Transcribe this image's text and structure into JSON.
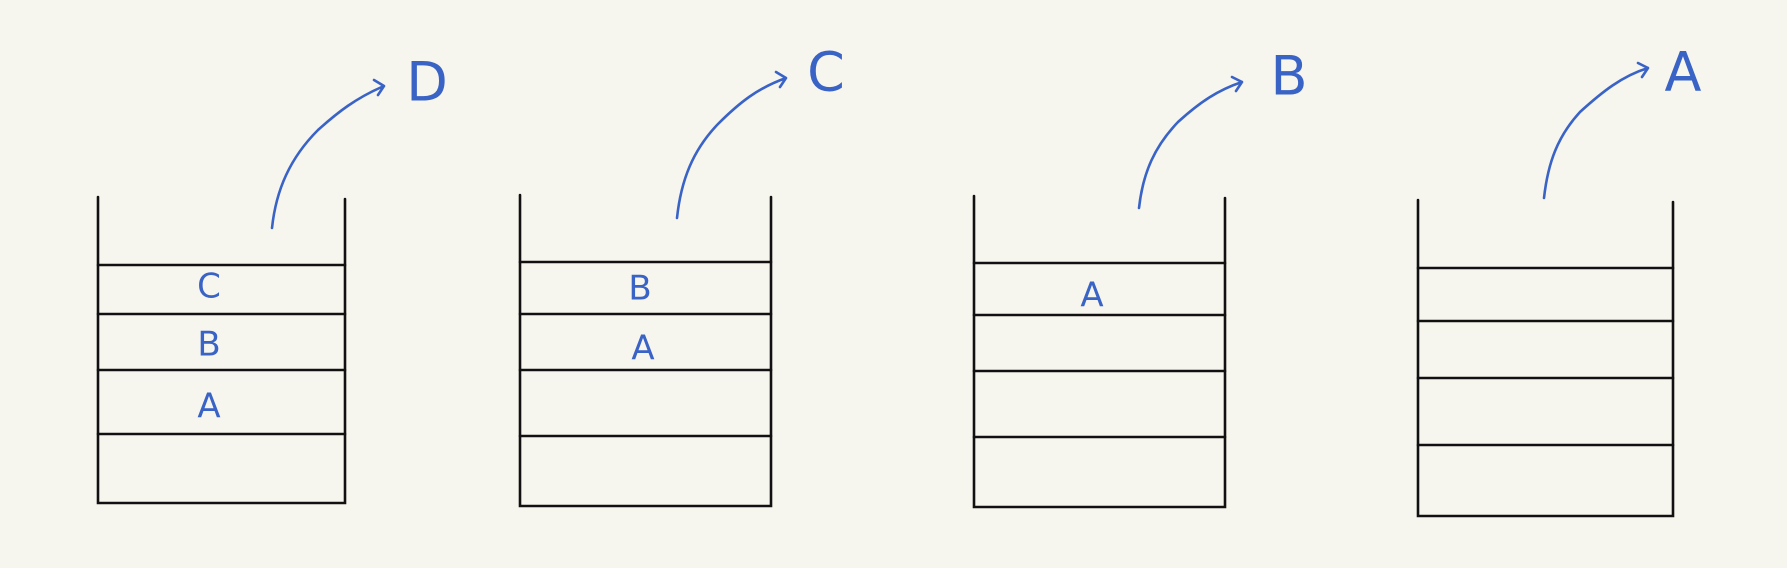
{
  "colors": {
    "background": "#f7f6ee",
    "stack_outline": "#111111",
    "ink": "#3a63c6"
  },
  "stacks": [
    {
      "cells": [
        "C",
        "B",
        "A",
        ""
      ],
      "popped": "D"
    },
    {
      "cells": [
        "B",
        "A",
        "",
        ""
      ],
      "popped": "C"
    },
    {
      "cells": [
        "A",
        "",
        "",
        ""
      ],
      "popped": "B"
    },
    {
      "cells": [
        "",
        "",
        "",
        ""
      ],
      "popped": "A"
    }
  ]
}
